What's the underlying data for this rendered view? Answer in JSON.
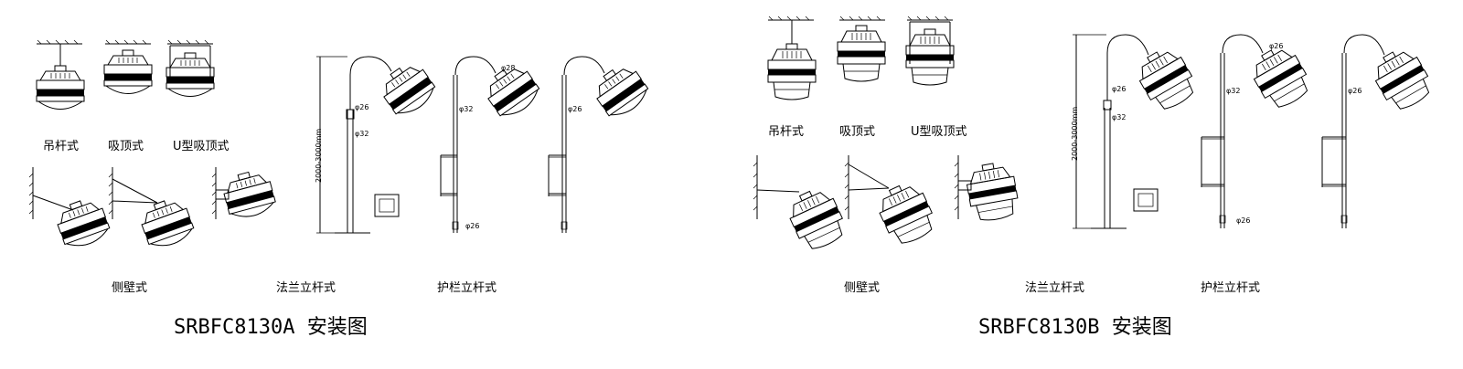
{
  "panel_a": {
    "labels": {
      "pendant": "吊杆式",
      "ceiling": "吸顶式",
      "u_ceiling": "U型吸顶式",
      "wall": "侧壁式",
      "flange_pole": "法兰立杆式",
      "rail_pole": "护栏立杆式"
    },
    "dims": {
      "height": "2000-3000mm",
      "d26_a": "φ26",
      "d32_a": "φ32",
      "d28": "φ28",
      "d32_b": "φ32",
      "d26_b": "φ26",
      "d26_c": "φ26"
    },
    "title": "SRBFC8130A 安装图"
  },
  "panel_b": {
    "labels": {
      "pendant": "吊杆式",
      "ceiling": "吸顶式",
      "u_ceiling": "U型吸顶式",
      "wall": "侧壁式",
      "flange_pole": "法兰立杆式",
      "rail_pole": "护栏立杆式"
    },
    "dims": {
      "height": "2000-3000mm",
      "d26_a": "φ26",
      "d32_a": "φ32",
      "d26_top": "φ26",
      "d32_b": "φ32",
      "d26_b": "φ26",
      "d26_c": "φ26"
    },
    "title": "SRBFC8130B 安装图"
  }
}
